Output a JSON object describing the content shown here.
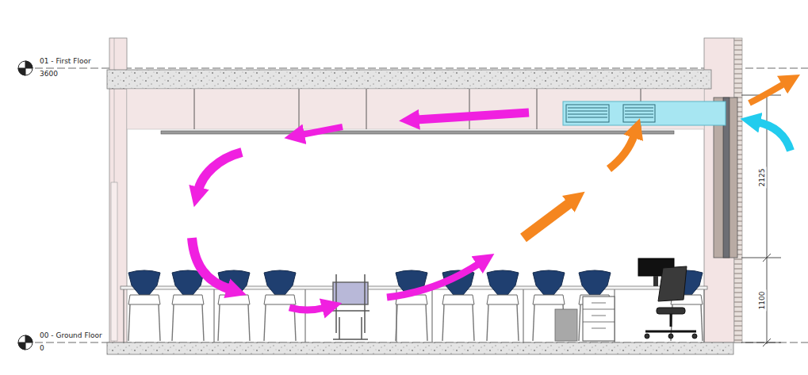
{
  "diagram": {
    "labels": [
      "01 - First Floor",
      "3600",
      "00 - Ground Floor",
      "0",
      "2125",
      "1100"
    ]
  }
}
